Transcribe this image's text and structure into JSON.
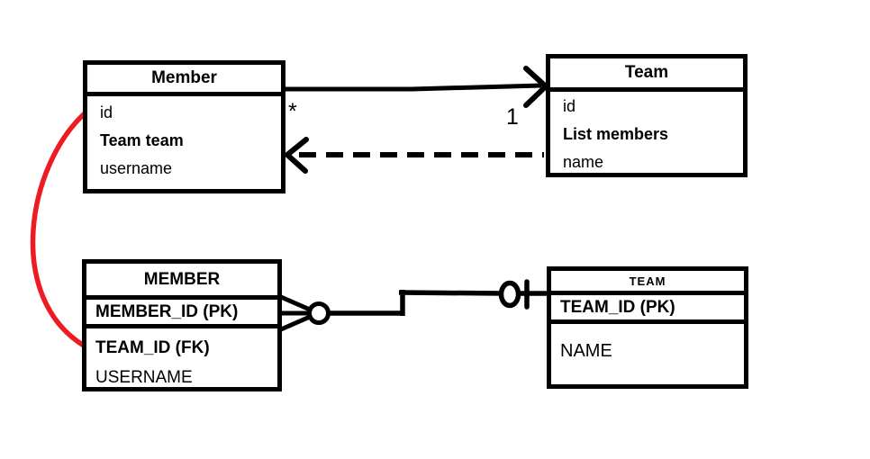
{
  "canvas": {
    "background": "#ffffff",
    "ink_color": "#000000",
    "highlight_color": "#ed1c24"
  },
  "class_diagram": {
    "member": {
      "title": "Member",
      "fields": [
        "id",
        "Team team",
        "username"
      ]
    },
    "team": {
      "title": "Team",
      "fields": [
        "id",
        "List members",
        "name"
      ]
    },
    "association": {
      "many_label": "*",
      "one_label": "1"
    }
  },
  "er_diagram": {
    "member": {
      "title": "MEMBER",
      "key_row": "MEMBER_ID (PK)",
      "rows": [
        "TEAM_ID (FK)",
        "USERNAME"
      ]
    },
    "team": {
      "title": "TEAM",
      "key_row": "TEAM_ID (PK)",
      "rows": [
        "NAME"
      ]
    }
  },
  "icons": {
    "solid_arrowhead": "association-arrowhead",
    "dashed_arrowhead": "dependency-arrowhead",
    "crows_foot": "crows-foot-many",
    "left_ring": "optionality-ring",
    "right_ring": "optionality-ring",
    "one_tick": "cardinality-one-bar",
    "red_curve": "field-mapping-curve"
  }
}
